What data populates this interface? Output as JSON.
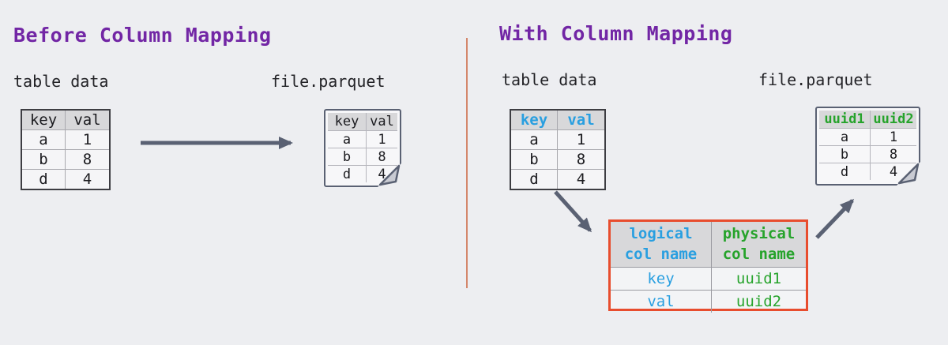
{
  "colors": {
    "background": "#edeef1",
    "title_purple": "#7226a5",
    "logical_blue": "#299fe0",
    "physical_green": "#26a32b",
    "mapping_border_red": "#e84d2e",
    "divider_salmon": "#d4876c",
    "arrow_slate": "#5a6173",
    "table_header_gray": "#d8d8da"
  },
  "left_panel": {
    "title": "Before Column Mapping",
    "table_data": {
      "label": "table data",
      "headers": [
        "key",
        "val"
      ],
      "rows": [
        [
          "a",
          "1"
        ],
        [
          "b",
          "8"
        ],
        [
          "d",
          "4"
        ]
      ]
    },
    "parquet_file": {
      "label": "file.parquet",
      "headers": [
        "key",
        "val"
      ],
      "rows": [
        [
          "a",
          "1"
        ],
        [
          "b",
          "8"
        ],
        [
          "d",
          "4"
        ]
      ]
    }
  },
  "right_panel": {
    "title": "With Column Mapping",
    "table_data": {
      "label": "table data",
      "headers": [
        "key",
        "val"
      ],
      "rows": [
        [
          "a",
          "1"
        ],
        [
          "b",
          "8"
        ],
        [
          "d",
          "4"
        ]
      ]
    },
    "parquet_file": {
      "label": "file.parquet",
      "headers": [
        "uuid1",
        "uuid2"
      ],
      "rows": [
        [
          "a",
          "1"
        ],
        [
          "b",
          "8"
        ],
        [
          "d",
          "4"
        ]
      ]
    },
    "mapping_table": {
      "headers": [
        "logical\ncol name",
        "physical\ncol name"
      ],
      "rows": [
        [
          "key",
          "uuid1"
        ],
        [
          "val",
          "uuid2"
        ]
      ]
    }
  }
}
